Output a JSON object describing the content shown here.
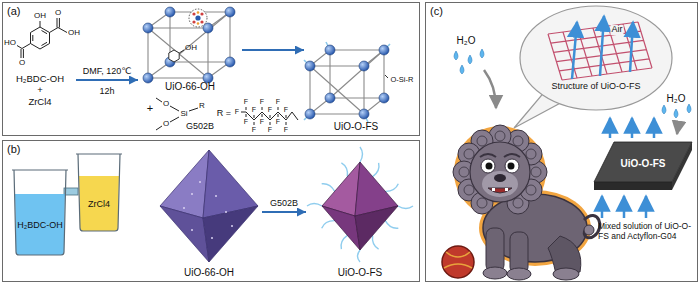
{
  "diagram": {
    "nodes": [
      {
        "text": [
          "(a)"
        ]
      },
      {
        "text": [
          "(b)"
        ]
      },
      {
        "text": [
          "(c)"
        ]
      },
      {
        "text": [
          "H₂BDC-OH",
          "+",
          "ZrCl4"
        ],
        "in": 0
      },
      {
        "text": [
          "UiO-66-OH"
        ],
        "in": 0
      },
      {
        "text": [
          "UiO-O-FS"
        ],
        "in": 0
      },
      {
        "text": [
          "H₂BDC-OH"
        ],
        "in": 1
      },
      {
        "text": [
          "ZrCl4"
        ],
        "in": 1
      },
      {
        "text": [
          "UiO-66-OH"
        ],
        "in": 1
      },
      {
        "text": [
          "UiO-O-FS"
        ],
        "in": 1
      },
      {
        "text": [
          "Structure of UiO-O-FS"
        ],
        "in": 2
      },
      {
        "text": [
          "UiO-O-FS"
        ],
        "in": 2
      }
    ],
    "edges": [
      {
        "from": 3,
        "to": 4,
        "arrow": "to",
        "label": "DMF, 120℃"
      },
      {
        "from": 4,
        "to": 5,
        "arrow": "to"
      },
      {
        "from": 8,
        "to": 9,
        "arrow": "to",
        "label": "G502B"
      }
    ],
    "labels": [
      "OH",
      "O",
      "OH",
      "HO",
      "O",
      "12h",
      "OH",
      "+",
      "O",
      "O",
      "Si",
      "R",
      "G502B",
      "R =",
      "F",
      "F",
      "F",
      "F",
      "F",
      "F",
      "F",
      "F",
      "F",
      "F",
      "F",
      "F",
      "F",
      "O-Si-R",
      "H₂O",
      "Air",
      "H₂O",
      "Mixed solution of UiO-O-FS and Actyflon-G04"
    ]
  }
}
